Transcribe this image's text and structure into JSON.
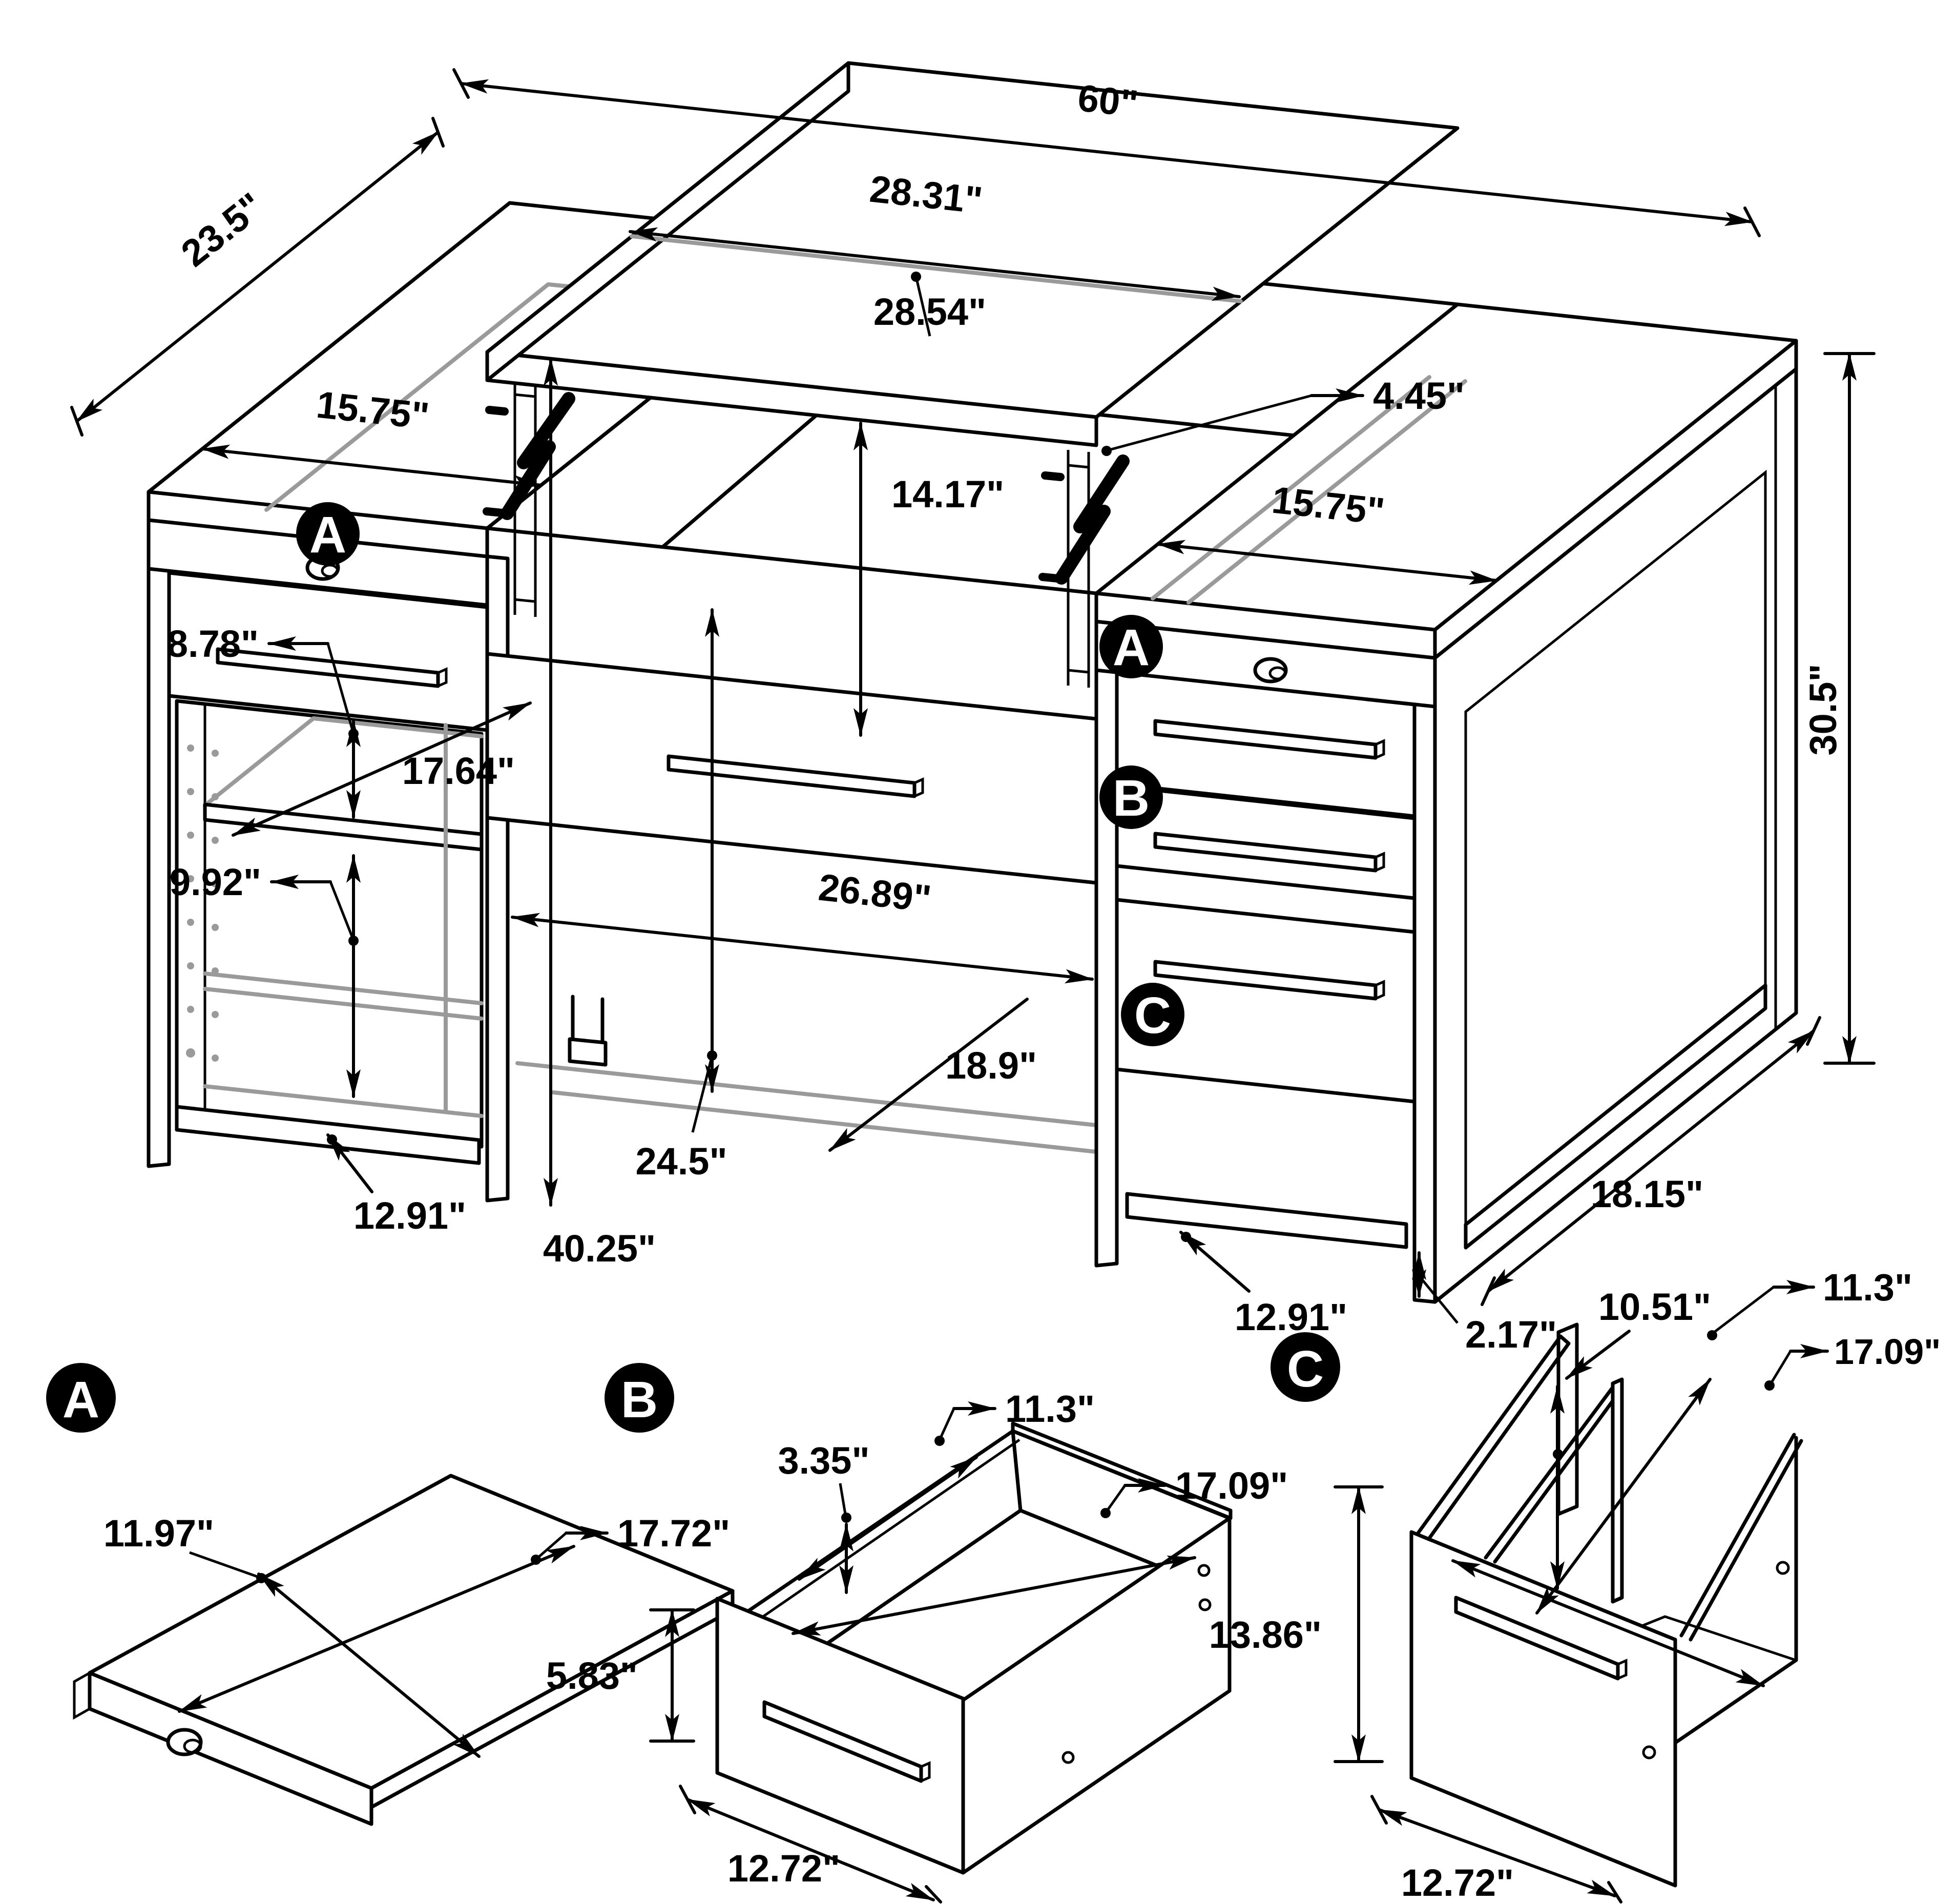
{
  "diagram": {
    "type": "furniture-dimension-diagram",
    "subject": "lift-top writing desk with pedestals",
    "units": "inches"
  },
  "colors": {
    "line": "#000000",
    "hidden_line": "#9a9a9a",
    "background": "#ffffff"
  },
  "main_view": {
    "dims": {
      "overall_width": "60\"",
      "overall_depth": "23.5\"",
      "lift_top_width": "28.31\"",
      "lift_opening_width": "28.54\"",
      "left_top_width": "15.75\"",
      "right_top_width": "15.75\"",
      "lift_gap": "4.45\"",
      "lift_rise": "14.17\"",
      "upper_shelf_space": "8.78\"",
      "shelf_diagonal": "17.64\"",
      "knee_width": "26.89\"",
      "lower_shelf_space": "9.92\"",
      "left_rail_length": "12.91\"",
      "knee_height": "24.5\"",
      "raised_top_height": "40.25\"",
      "knee_depth": "18.9\"",
      "right_rail_length": "12.91\"",
      "foot_clearance": "2.17\"",
      "side_rail_depth": "18.15\"",
      "desk_height": "30.5\""
    },
    "markers": {
      "a": "A",
      "b": "B",
      "c": "C"
    }
  },
  "details": {
    "a": {
      "label": "A",
      "dims": {
        "tray_depth": "11.97\"",
        "tray_width": "17.72\""
      }
    },
    "b": {
      "label": "B",
      "dims": {
        "inner_height": "3.35\"",
        "inner_depth": "11.3\"",
        "inner_width": "17.09\"",
        "front_height": "5.83\"",
        "front_width": "12.72\""
      }
    },
    "c": {
      "label": "C",
      "dims": {
        "rail_depth": "10.51\"",
        "inner_depth": "11.3\"",
        "inner_width": "17.09\"",
        "front_height": "13.86\"",
        "front_width": "12.72\""
      }
    }
  }
}
